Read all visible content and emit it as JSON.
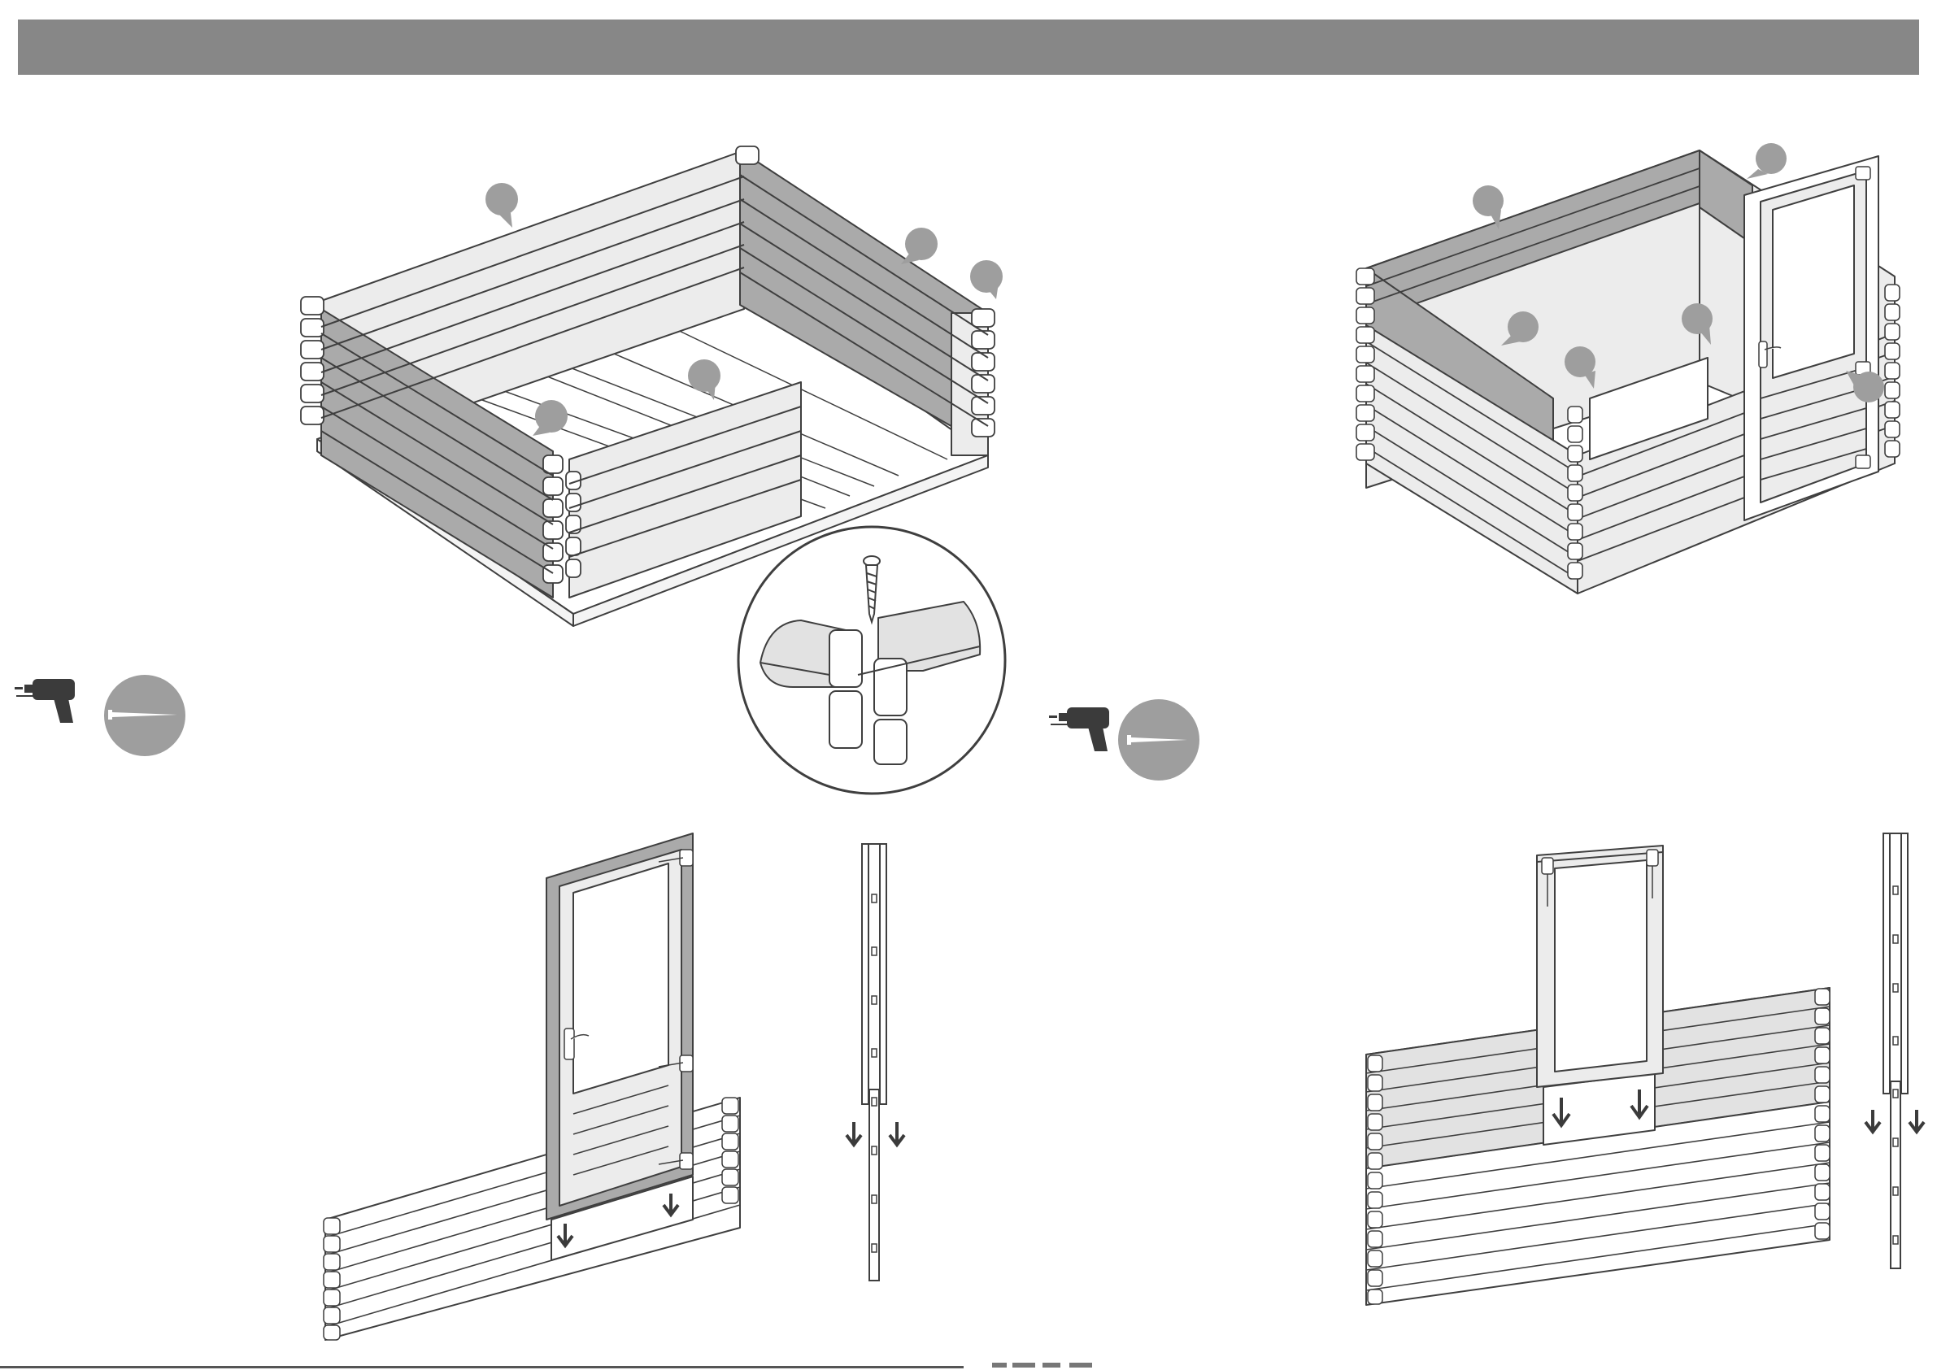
{
  "header": {
    "bar_color": "#878787"
  },
  "colors": {
    "outline": "#3f3f3f",
    "panel_dark": "#aaaaaa",
    "panel_light": "#ececec",
    "badge": "#9e9e9e",
    "tool": "#3b3b3b",
    "white": "#ffffff"
  },
  "icons": {
    "drill": "drill-icon",
    "screw": "screw-icon",
    "down_arrow": "arrow-down-icon",
    "callout": "callout-marker-icon"
  },
  "steps": [
    {
      "name": "step-walls-corner",
      "callouts": 5
    },
    {
      "name": "step-walls-door-frame",
      "callouts": 6
    },
    {
      "name": "step-door-install",
      "arrows": 2
    },
    {
      "name": "step-door-rail",
      "arrows": 2
    },
    {
      "name": "step-window-install",
      "arrows": 2
    },
    {
      "name": "step-window-rail",
      "arrows": 2
    }
  ]
}
